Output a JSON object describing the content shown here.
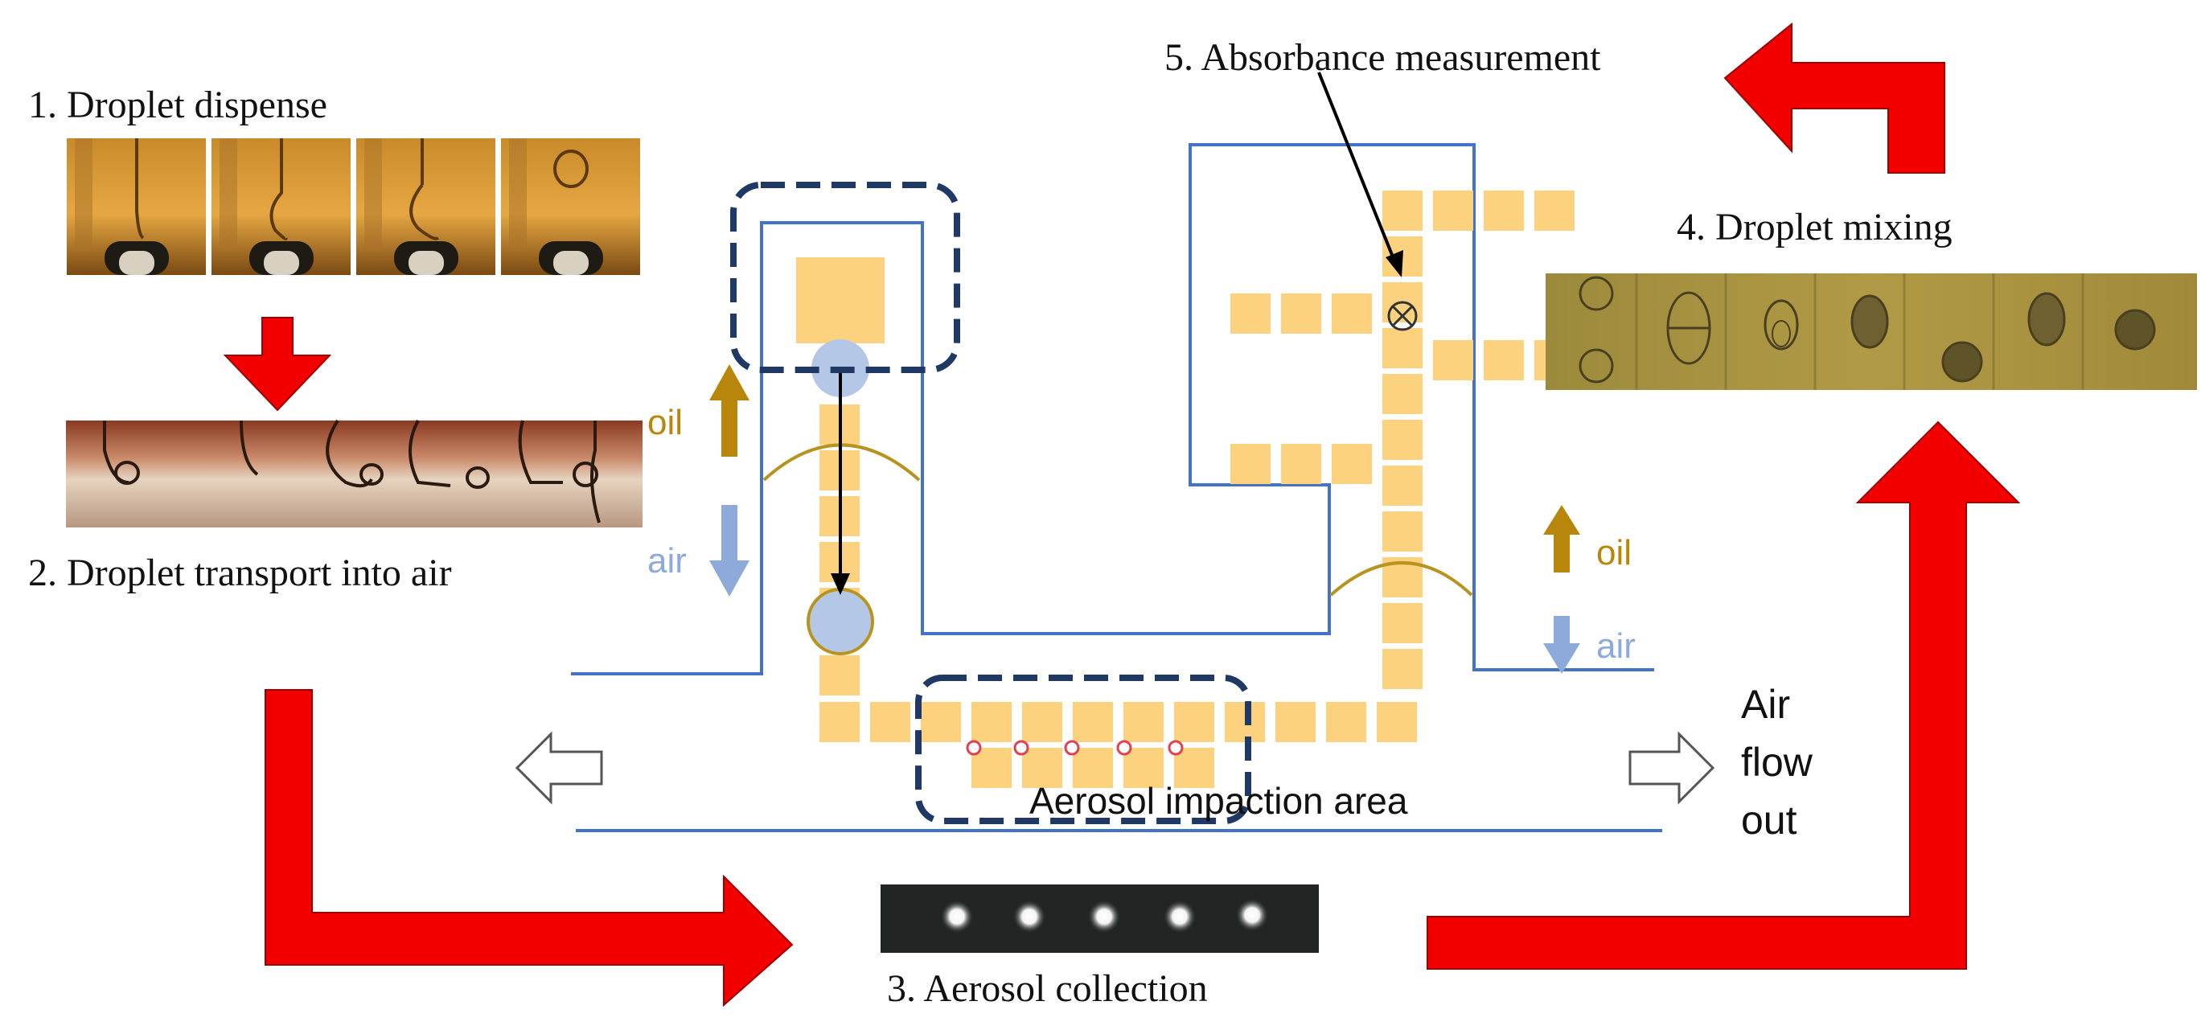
{
  "steps": {
    "step1": "1. Droplet dispense",
    "step2": "2. Droplet transport into air",
    "step3": "3. Aerosol collection",
    "step4": "4. Droplet mixing",
    "step5": "5. Absorbance measurement"
  },
  "labels": {
    "oil_left": "oil",
    "air_left": "air",
    "oil_right": "oil",
    "air_right": "air",
    "impaction_area": "Aerosol impaction area",
    "air_flow_line1": "Air",
    "air_flow_line2": "flow",
    "air_flow_line3": "out"
  },
  "colors": {
    "process_arrow": "#f20000",
    "electrode": "#fcd27e",
    "channel_line": "#4472c4",
    "dashed_box": "#203864",
    "oil_label": "#b8860b",
    "air_label": "#8eaadb",
    "droplet": "#b4c7e7",
    "meniscus": "#b8941f"
  },
  "icons": {
    "measurement_point": "circled-x-icon",
    "flow_direction": "hollow-arrow-icon"
  }
}
